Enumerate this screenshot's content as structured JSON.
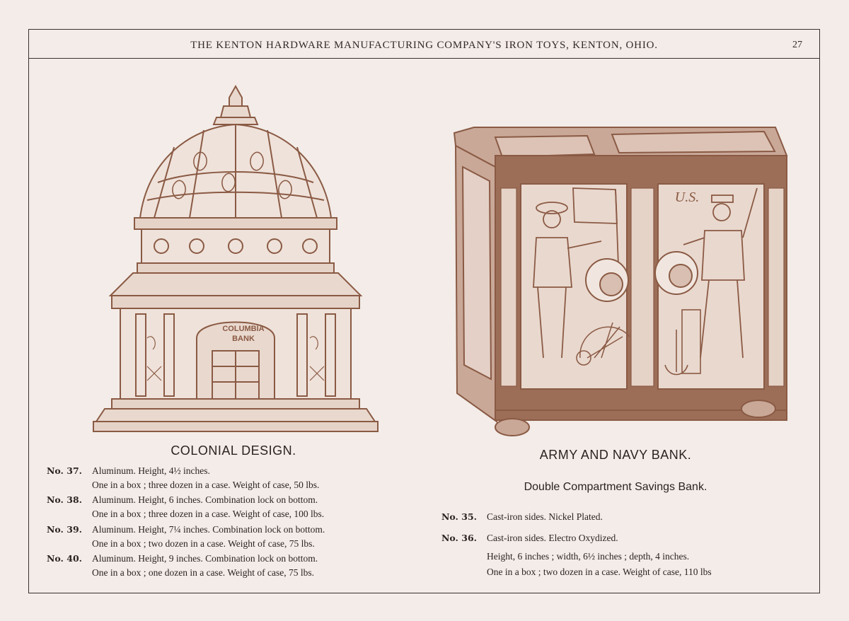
{
  "header": {
    "title": "THE KENTON HARDWARE MANUFACTURING COMPANY'S IRON TOYS, KENTON, OHIO.",
    "page_number": "27"
  },
  "left": {
    "sign_text_1": "COLUMBIA",
    "sign_text_2": "BANK",
    "caption": "COLONIAL DESIGN.",
    "items": [
      {
        "num": "No. 37.",
        "line1": "Aluminum.  Height, 4½ inches.",
        "line2": "One in a box ; three dozen in a case.  Weight of case, 50 lbs."
      },
      {
        "num": "No. 38.",
        "line1": "Aluminum.  Height, 6 inches.  Combination lock on bottom.",
        "line2": "One in a box ; three dozen in a case.  Weight of case, 100 lbs."
      },
      {
        "num": "No. 39.",
        "line1": "Aluminum.  Height, 7¼ inches.  Combination lock on bottom.",
        "line2": "One in a box ; two dozen in a case.  Weight of case, 75 lbs."
      },
      {
        "num": "No. 40.",
        "line1": "Aluminum.  Height, 9 inches.  Combination lock on bottom.",
        "line2": "One in a box ; one dozen in a case.  Weight of case, 75 lbs."
      }
    ]
  },
  "right": {
    "door_text": "U.S.",
    "caption": "ARMY AND NAVY BANK.",
    "subcaption": "Double Compartment Savings Bank.",
    "items": [
      {
        "num": "No. 35.",
        "line1": "Cast-iron sides.  Nickel Plated."
      },
      {
        "num": "No. 36.",
        "line1": "Cast-iron sides.  Electro Oxydized.",
        "line2": "Height, 6 inches ; width, 6½ inches ; depth, 4 inches.",
        "line3": "One in a box ; two dozen in a case.  Weight of case, 110 lbs"
      }
    ]
  },
  "colors": {
    "ink": "#8a5a44",
    "text": "#2c2322",
    "paper": "#f3ece8"
  }
}
